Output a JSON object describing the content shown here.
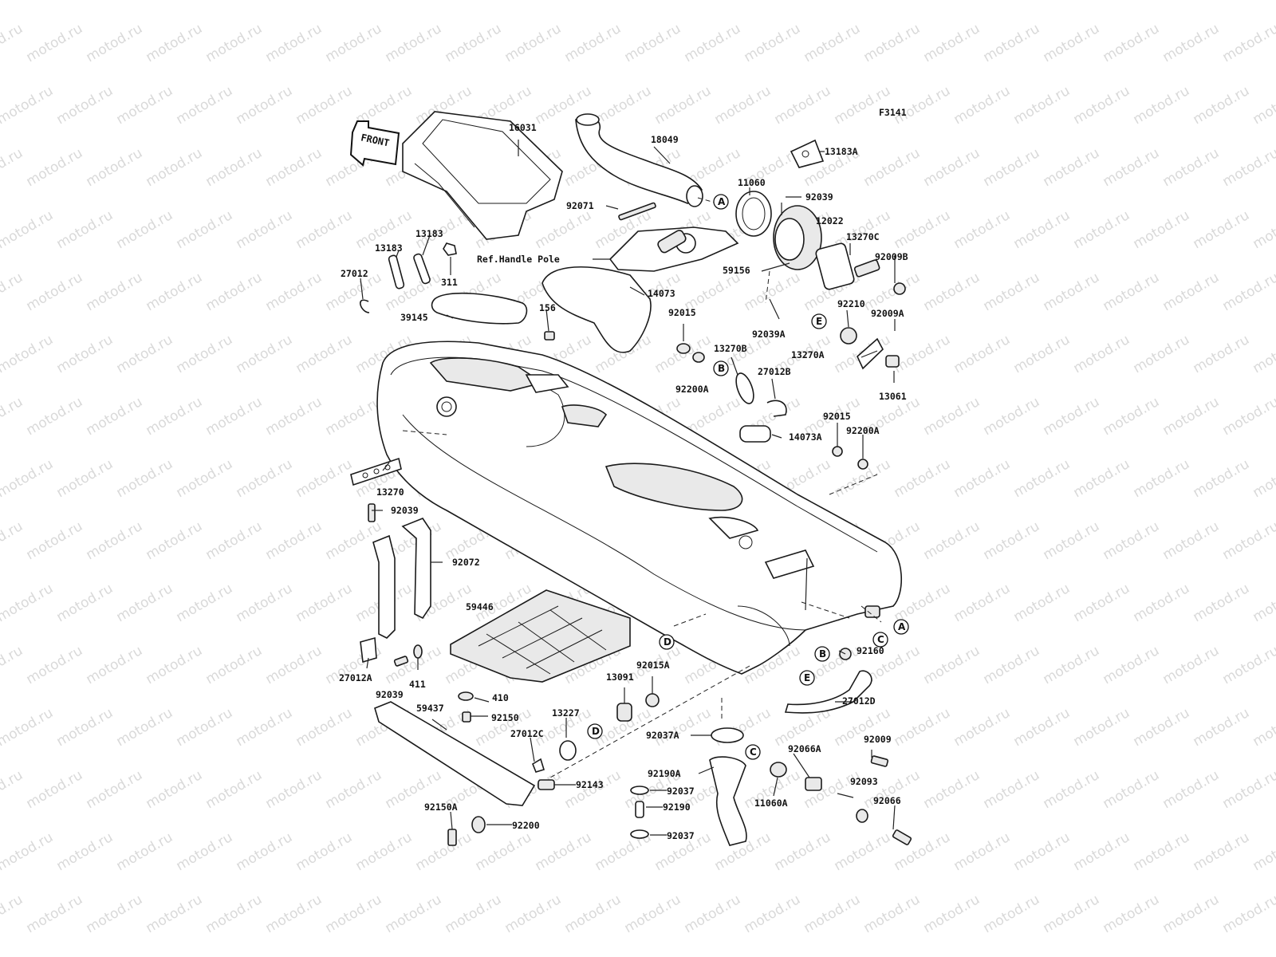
{
  "watermark": "motod.ru",
  "figure_code": "F3141",
  "front_arrow": "FRONT",
  "reference_note": "Ref.Handle Pole",
  "part_labels": [
    {
      "id": "p16031",
      "text": "16031"
    },
    {
      "id": "p18049",
      "text": "18049"
    },
    {
      "id": "p13183A",
      "text": "13183A"
    },
    {
      "id": "p11060",
      "text": "11060"
    },
    {
      "id": "p92039_top",
      "text": "92039"
    },
    {
      "id": "p12022",
      "text": "12022"
    },
    {
      "id": "p13270C",
      "text": "13270C"
    },
    {
      "id": "p92071",
      "text": "92071"
    },
    {
      "id": "p92009B",
      "text": "92009B"
    },
    {
      "id": "p59156",
      "text": "59156"
    },
    {
      "id": "p13183_a",
      "text": "13183"
    },
    {
      "id": "p13183_b",
      "text": "13183"
    },
    {
      "id": "p27012",
      "text": "27012"
    },
    {
      "id": "p311",
      "text": "311"
    },
    {
      "id": "p14073",
      "text": "14073"
    },
    {
      "id": "p156",
      "text": "156"
    },
    {
      "id": "p39145",
      "text": "39145"
    },
    {
      "id": "p92015_a",
      "text": "92015"
    },
    {
      "id": "p92210",
      "text": "92210"
    },
    {
      "id": "p92009A",
      "text": "92009A"
    },
    {
      "id": "p92039A",
      "text": "92039A"
    },
    {
      "id": "p13270B",
      "text": "13270B"
    },
    {
      "id": "p13270A",
      "text": "13270A"
    },
    {
      "id": "p27012B",
      "text": "27012B"
    },
    {
      "id": "p92200A_a",
      "text": "92200A"
    },
    {
      "id": "p13061",
      "text": "13061"
    },
    {
      "id": "p92015_b",
      "text": "92015"
    },
    {
      "id": "p92200A_b",
      "text": "92200A"
    },
    {
      "id": "p14073A",
      "text": "14073A"
    },
    {
      "id": "p13270",
      "text": "13270"
    },
    {
      "id": "p92039_mid",
      "text": "92039"
    },
    {
      "id": "p92072",
      "text": "92072"
    },
    {
      "id": "p59446",
      "text": "59446"
    },
    {
      "id": "p92160",
      "text": "92160"
    },
    {
      "id": "p27012A",
      "text": "27012A"
    },
    {
      "id": "p411",
      "text": "411"
    },
    {
      "id": "p92039_low",
      "text": "92039"
    },
    {
      "id": "p92015A",
      "text": "92015A"
    },
    {
      "id": "p13091",
      "text": "13091"
    },
    {
      "id": "p410",
      "text": "410"
    },
    {
      "id": "p27012D",
      "text": "27012D"
    },
    {
      "id": "p59437",
      "text": "59437"
    },
    {
      "id": "p92150",
      "text": "92150"
    },
    {
      "id": "p13227",
      "text": "13227"
    },
    {
      "id": "p27012C",
      "text": "27012C"
    },
    {
      "id": "p92037A",
      "text": "92037A"
    },
    {
      "id": "p92066A",
      "text": "92066A"
    },
    {
      "id": "p92009",
      "text": "92009"
    },
    {
      "id": "p92190A",
      "text": "92190A"
    },
    {
      "id": "p92143",
      "text": "92143"
    },
    {
      "id": "p92037_a",
      "text": "92037"
    },
    {
      "id": "p11060A",
      "text": "11060A"
    },
    {
      "id": "p92093",
      "text": "92093"
    },
    {
      "id": "p92190",
      "text": "92190"
    },
    {
      "id": "p92066",
      "text": "92066"
    },
    {
      "id": "p92150A",
      "text": "92150A"
    },
    {
      "id": "p92200",
      "text": "92200"
    },
    {
      "id": "p92037_b",
      "text": "92037"
    }
  ],
  "callouts": [
    {
      "id": "cA1",
      "letter": "A"
    },
    {
      "id": "cA2",
      "letter": "A"
    },
    {
      "id": "cB1",
      "letter": "B"
    },
    {
      "id": "cB2",
      "letter": "B"
    },
    {
      "id": "cC1",
      "letter": "C"
    },
    {
      "id": "cC2",
      "letter": "C"
    },
    {
      "id": "cD1",
      "letter": "D"
    },
    {
      "id": "cD2",
      "letter": "D"
    },
    {
      "id": "cE1",
      "letter": "E"
    },
    {
      "id": "cE2",
      "letter": "E"
    }
  ]
}
